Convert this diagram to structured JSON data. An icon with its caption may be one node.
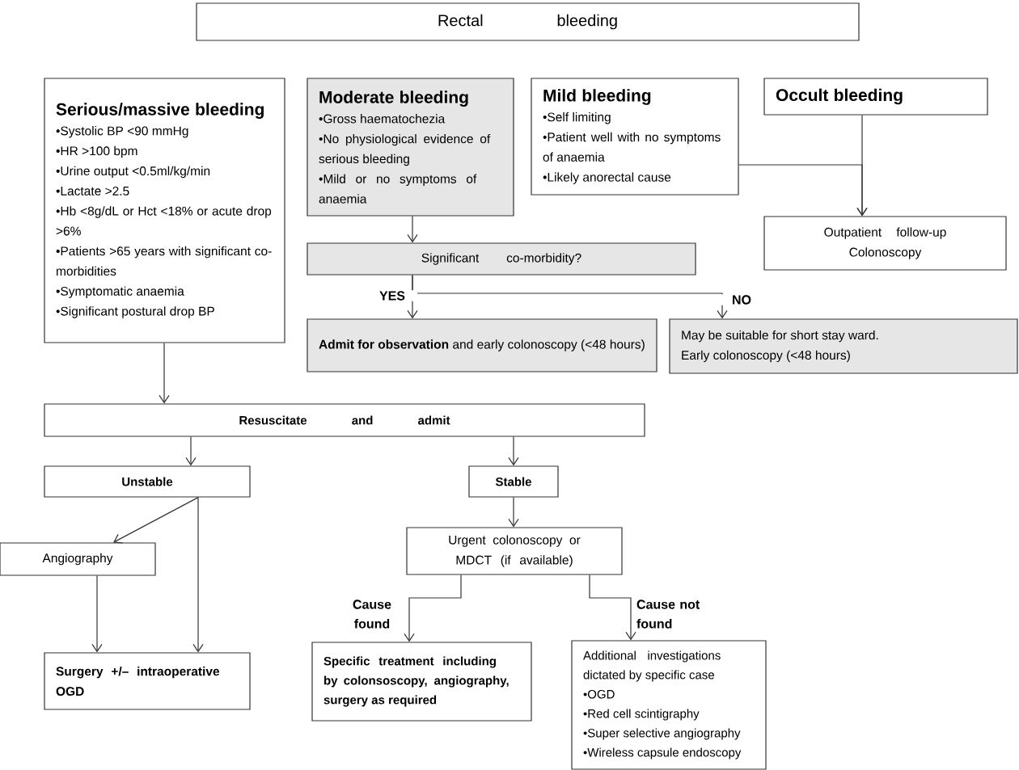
{
  "diagram": {
    "nodes": [
      {
        "text": [
          "Rectal bleeding"
        ]
      },
      {
        "text": [
          "Serious/massive bleeding",
          "•Systolic BP <90 mmHg",
          "•HR >100 bpm",
          "•Urine output <0.5ml/kg/min",
          "•Lactate >2.5",
          "•Hb <8g/dL or Hct <18% or acute drop >6%",
          "•Patients >65 years with significant co-morbidities",
          "•Symptomatic anaemia",
          "•Significant postural drop BP"
        ]
      },
      {
        "text": [
          "Moderate bleeding",
          "•Gross haematochezia",
          "•No physiological evidence of serious bleeding",
          "•Mild or no symptoms of anaemia"
        ]
      },
      {
        "text": [
          "Mild bleeding",
          "•Self limiting",
          "•Patient well with no symptoms of anaemia",
          "•Likely anorectal cause"
        ]
      },
      {
        "text": [
          "Occult bleeding"
        ]
      },
      {
        "text": [
          "Outpatient follow-up",
          "Colonoscopy"
        ]
      },
      {
        "text": [
          "Significant co-morbidity?"
        ]
      },
      {
        "text": [
          "**Admit for observation** and early colonoscopy (<48 hours)"
        ]
      },
      {
        "text": [
          "May be suitable for short stay ward.",
          "Early colonoscopy (<48 hours)"
        ]
      },
      {
        "text": [
          "Resuscitate and admit"
        ]
      },
      {
        "text": [
          "Unstable"
        ]
      },
      {
        "text": [
          "Stable"
        ]
      },
      {
        "text": [
          "Angiography"
        ]
      },
      {
        "text": [
          "Urgent colonoscopy or MDCT (if available)"
        ]
      },
      {
        "text": [
          "Surgery +/– intraoperative OGD"
        ]
      },
      {
        "text": [
          "Specific treatment including by colonsoscopy, angiography, surgery as required"
        ]
      },
      {
        "text": [
          "Additional investigations dictated by specific case",
          "•OGD",
          "•Red cell scintigraphy",
          "•Super selective angiography",
          "•Wireless capsule endoscopy"
        ]
      }
    ],
    "edges": [
      {
        "from": 1,
        "to": 9,
        "arrow": "to"
      },
      {
        "from": 2,
        "to": 6,
        "arrow": "to"
      },
      {
        "from": 6,
        "to": 7,
        "arrow": "to",
        "label": "YES"
      },
      {
        "from": 6,
        "to": 8,
        "arrow": "to",
        "label": "NO"
      },
      {
        "from": 3,
        "to": 5,
        "arrow": "to"
      },
      {
        "from": 4,
        "to": 5,
        "arrow": "to"
      },
      {
        "from": 9,
        "to": 10,
        "arrow": "to"
      },
      {
        "from": 9,
        "to": 11,
        "arrow": "to"
      },
      {
        "from": 10,
        "to": 12,
        "arrow": "to"
      },
      {
        "from": 10,
        "to": 14,
        "arrow": "to"
      },
      {
        "from": 12,
        "to": 14,
        "arrow": "to"
      },
      {
        "from": 11,
        "to": 13,
        "arrow": "to"
      },
      {
        "from": 13,
        "to": 15,
        "arrow": "to",
        "label": "Cause found"
      },
      {
        "from": 13,
        "to": 16,
        "arrow": "to",
        "label": "Cause not found"
      }
    ]
  }
}
